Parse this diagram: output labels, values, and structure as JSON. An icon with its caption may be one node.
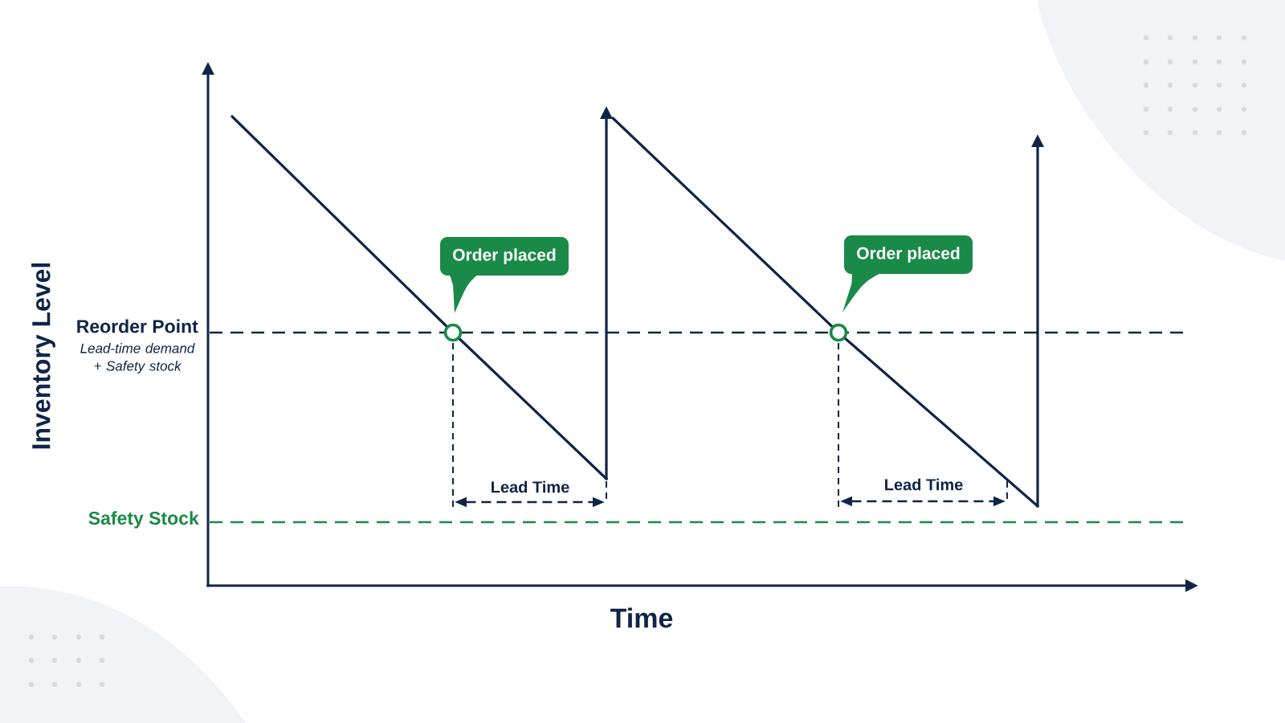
{
  "diagram": {
    "nodes": [
      {
        "text": [
          "Order placed"
        ]
      },
      {
        "text": [
          "Order placed"
        ]
      }
    ],
    "labels": [
      "Inventory Level",
      "Reorder Point",
      "Lead-time demand + Safety stock",
      "Lead Time",
      "Lead Time",
      "Safety Stock",
      "Time"
    ]
  }
}
